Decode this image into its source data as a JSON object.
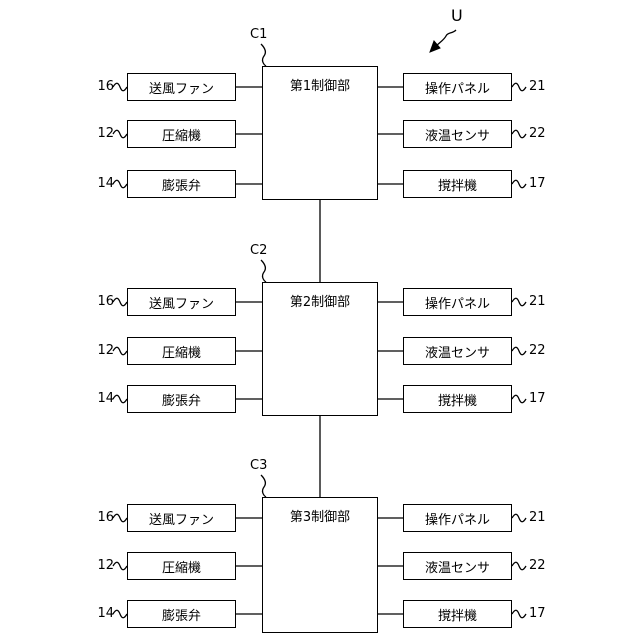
{
  "system_label": "U",
  "units": [
    {
      "id_label": "C1",
      "controller": "第1制御部",
      "left": [
        {
          "num": "16",
          "label": "送風ファン"
        },
        {
          "num": "12",
          "label": "圧縮機"
        },
        {
          "num": "14",
          "label": "膨張弁"
        }
      ],
      "right": [
        {
          "num": "21",
          "label": "操作パネル"
        },
        {
          "num": "22",
          "label": "液温センサ"
        },
        {
          "num": "17",
          "label": "撹拌機"
        }
      ]
    },
    {
      "id_label": "C2",
      "controller": "第2制御部",
      "left": [
        {
          "num": "16",
          "label": "送風ファン"
        },
        {
          "num": "12",
          "label": "圧縮機"
        },
        {
          "num": "14",
          "label": "膨張弁"
        }
      ],
      "right": [
        {
          "num": "21",
          "label": "操作パネル"
        },
        {
          "num": "22",
          "label": "液温センサ"
        },
        {
          "num": "17",
          "label": "撹拌機"
        }
      ]
    },
    {
      "id_label": "C3",
      "controller": "第3制御部",
      "left": [
        {
          "num": "16",
          "label": "送風ファン"
        },
        {
          "num": "12",
          "label": "圧縮機"
        },
        {
          "num": "14",
          "label": "膨張弁"
        }
      ],
      "right": [
        {
          "num": "21",
          "label": "操作パネル"
        },
        {
          "num": "22",
          "label": "液温センサ"
        },
        {
          "num": "17",
          "label": "撹拌機"
        }
      ]
    }
  ]
}
